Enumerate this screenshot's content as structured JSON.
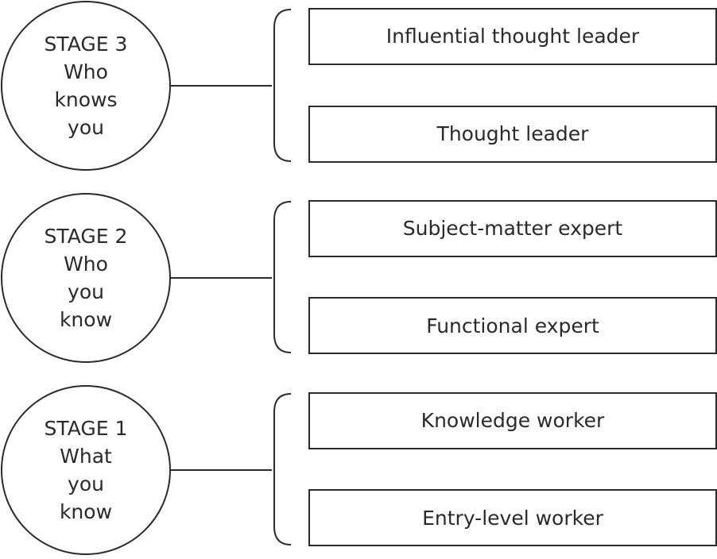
{
  "stages": [
    {
      "circle": [
        "STAGE 3",
        "Who",
        "knows",
        "you"
      ],
      "roles": [
        "Influential thought leader",
        "Thought leader"
      ]
    },
    {
      "circle": [
        "STAGE 2",
        "Who",
        "you",
        "know"
      ],
      "roles": [
        "Subject-matter expert",
        "Functional expert"
      ]
    },
    {
      "circle": [
        "STAGE 1",
        "What",
        "you",
        "know"
      ],
      "roles": [
        "Knowledge worker",
        "Entry-level worker"
      ]
    }
  ],
  "colors": {
    "stroke": "#2b2b2b",
    "text": "#2a2a2a",
    "background": "#ffffff"
  }
}
